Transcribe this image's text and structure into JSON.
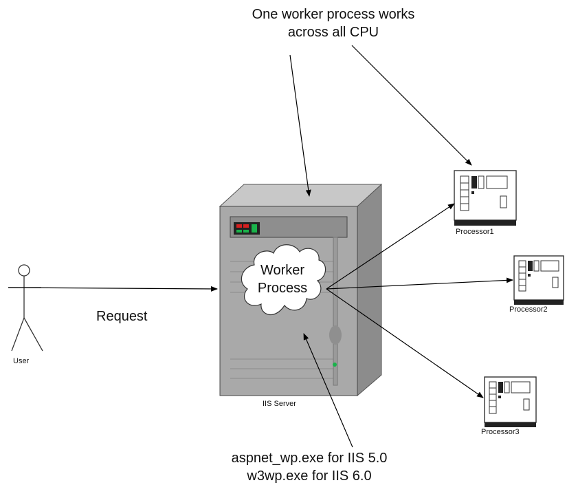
{
  "annotations": {
    "top_line1": "One worker process works",
    "top_line2": "across all CPU",
    "bottom_line1": "aspnet_wp.exe for IIS 5.0",
    "bottom_line2": "w3wp.exe for IIS 6.0"
  },
  "user": {
    "label": "User"
  },
  "request": {
    "label": "Request"
  },
  "server": {
    "label": "IIS Server"
  },
  "worker": {
    "line1": "Worker",
    "line2": "Process"
  },
  "processors": [
    {
      "label": "Processor1"
    },
    {
      "label": "Processor2"
    },
    {
      "label": "Processor3"
    }
  ],
  "colors": {
    "server_front": "#a9a9a9",
    "server_side": "#8c8c8c",
    "server_top": "#c8c8c8",
    "led_red": "#d62020",
    "led_green": "#19b34a"
  }
}
